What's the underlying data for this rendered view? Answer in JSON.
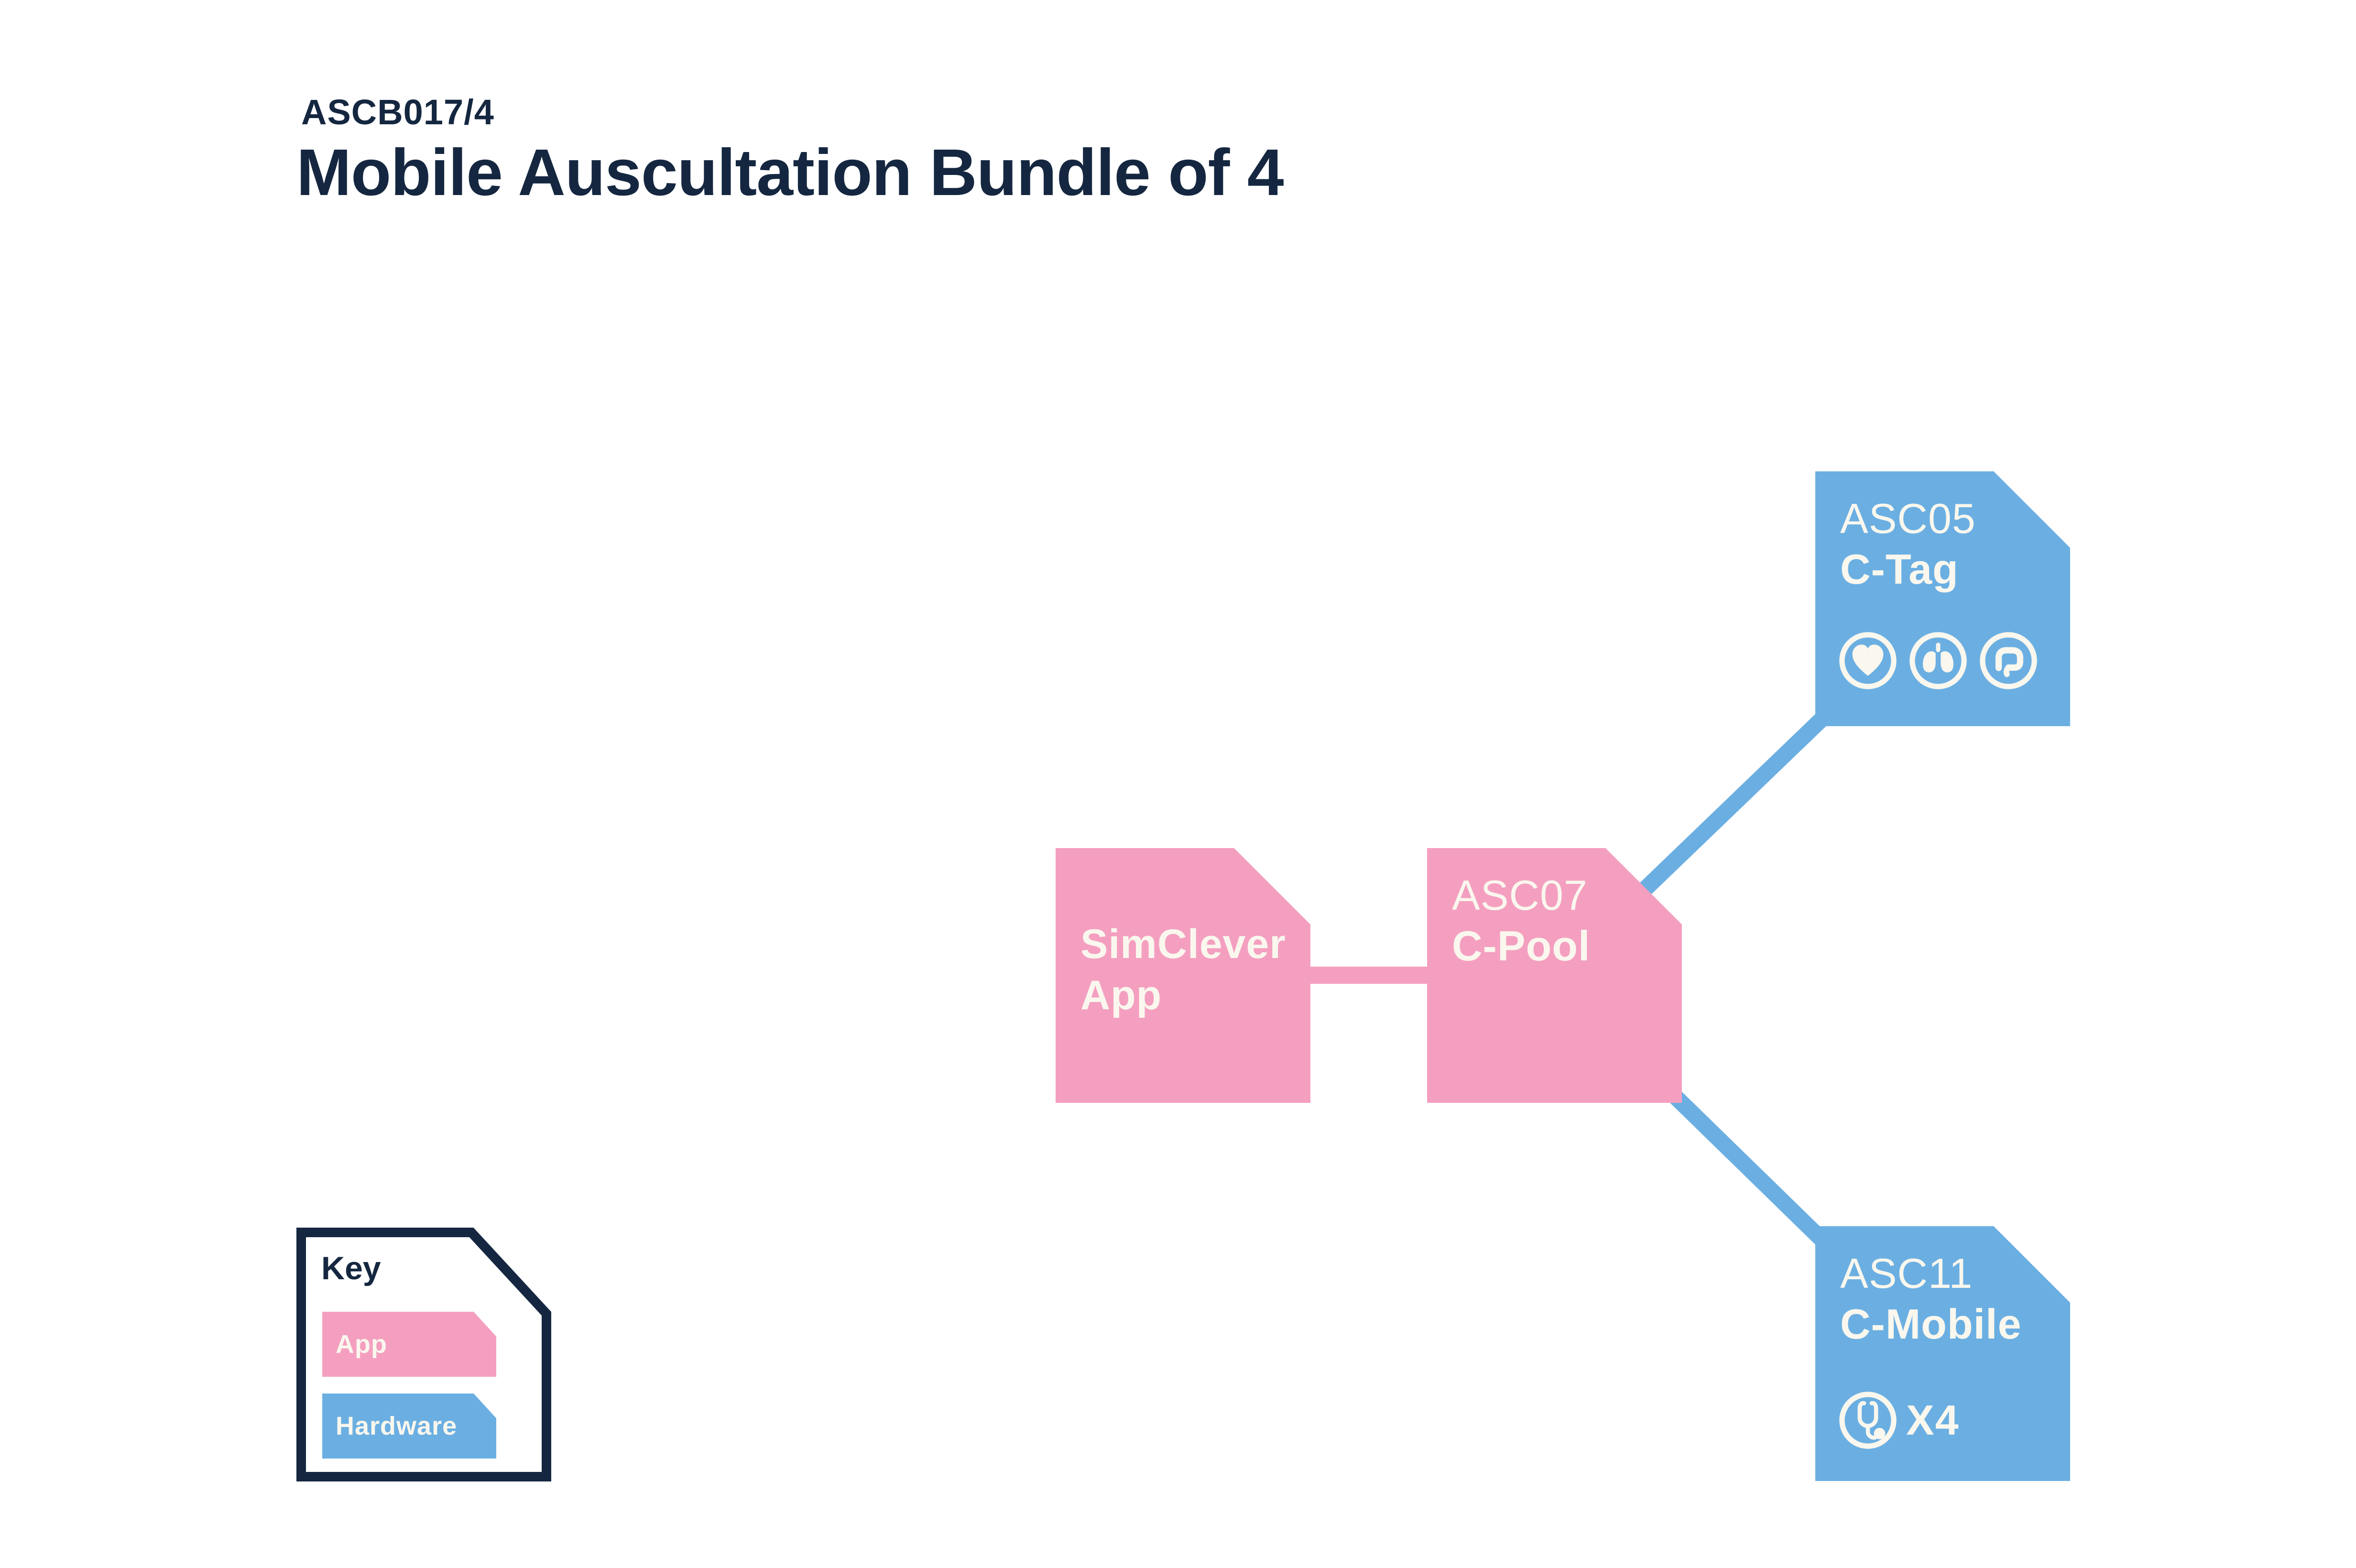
{
  "colors": {
    "navy": "#152740",
    "pink_app": "#F49FC0",
    "blue_hardware": "#6BAFE2",
    "cream_text": "#FAF7EE",
    "background": "#FFFFFF"
  },
  "header": {
    "code": "ASCB017/4",
    "title": "Mobile Auscultation Bundle of 4"
  },
  "nodes": {
    "simclever": {
      "type": "app",
      "line1": "SimClever",
      "line2": "App"
    },
    "cpool": {
      "type": "app",
      "code": "ASC07",
      "name": "C-Pool"
    },
    "ctag": {
      "type": "hardware",
      "code": "ASC05",
      "name": "C-Tag",
      "icons": [
        "heart-icon",
        "lungs-icon",
        "intestine-icon"
      ]
    },
    "cmobile": {
      "type": "hardware",
      "code": "ASC11",
      "name": "C-Mobile",
      "icons": [
        "stethoscope-icon"
      ],
      "quantity": "X4"
    }
  },
  "connections": [
    {
      "from": "simclever",
      "to": "cpool",
      "color": "#F49FC0"
    },
    {
      "from": "cpool",
      "to": "ctag",
      "color": "#6BAFE2"
    },
    {
      "from": "cpool",
      "to": "cmobile",
      "color": "#6BAFE2"
    }
  ],
  "key": {
    "title": "Key",
    "items": [
      {
        "label": "App",
        "color": "#F49FC0"
      },
      {
        "label": "Hardware",
        "color": "#6BAFE2"
      }
    ]
  }
}
